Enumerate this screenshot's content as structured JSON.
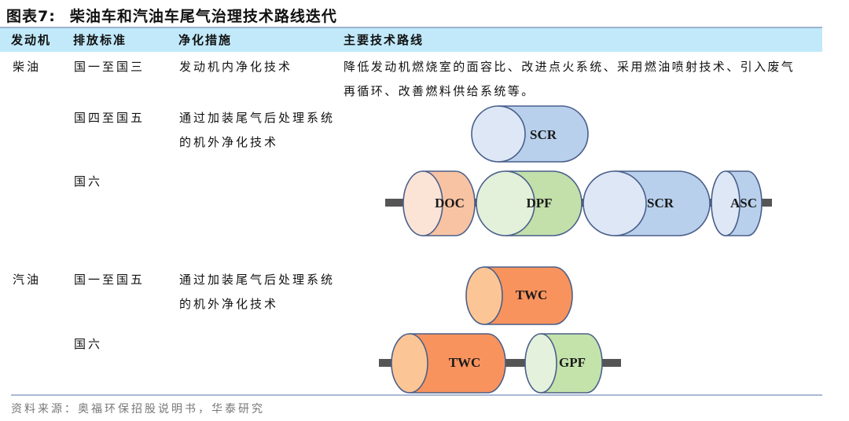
{
  "title": {
    "label": "图表7:",
    "text": "柴油车和汽油车尾气治理技术路线迭代"
  },
  "header": {
    "engine": "发动机",
    "standard": "排放标准",
    "measure": "净化措施",
    "route": "主要技术路线"
  },
  "rows": [
    {
      "engine": "柴油",
      "standard": "国一至国三",
      "measure": "发动机内净化技术",
      "route": "降低发动机燃烧室的面容比、改进点火系统、采用燃油喷射技术、引入废气再循环、改善燃料供给系统等。"
    },
    {
      "engine": "",
      "standard": "国四至国五",
      "measure": "通过加装尾气后处理系统的机外净化技术",
      "route_diagram": [
        "SCR"
      ]
    },
    {
      "engine": "",
      "standard": "国六",
      "measure": "",
      "route_diagram": [
        "DOC",
        "DPF",
        "SCR",
        "ASC"
      ]
    },
    {
      "engine": "汽油",
      "standard": "国一至国五",
      "measure": "通过加装尾气后处理系统的机外净化技术",
      "route_diagram": [
        "TWC"
      ]
    },
    {
      "engine": "",
      "standard": "国六",
      "measure": "",
      "route_diagram": [
        "TWC",
        "GPF"
      ]
    }
  ],
  "measure_lines": {
    "diesel_g45": [
      "通过加装尾气后处理系统",
      "的机外净化技术"
    ],
    "gas_g15": [
      "通过加装尾气后处理系统",
      "的机外净化技术"
    ]
  },
  "route_lines": [
    "降低发动机燃烧室的面容比、改进点火系统、采用燃油喷射技术、引入废气",
    "再循环、改善燃料供给系统等。"
  ],
  "components": {
    "scr_top": "SCR",
    "doc": "DOC",
    "dpf": "DPF",
    "scr": "SCR",
    "asc": "ASC",
    "twc_top": "TWC",
    "twc": "TWC",
    "gpf": "GPF"
  },
  "colors": {
    "header_band": "#c1e9fa",
    "scr_body": "#b8d0ec",
    "scr_face": "#dde7f6",
    "doc_body": "#f8c3a2",
    "doc_face": "#fbe3d6",
    "dpf_body": "#c3dfaa",
    "dpf_face": "#e3f0da",
    "twc_body": "#f8935d",
    "twc_face": "#fcc596",
    "gpf_body": "#c4e3ab",
    "gpf_face": "#e4f1dc",
    "outline": "#4a5f8a",
    "pipe": "#555555"
  },
  "source": "资料来源：奥福环保招股说明书，华泰研究"
}
